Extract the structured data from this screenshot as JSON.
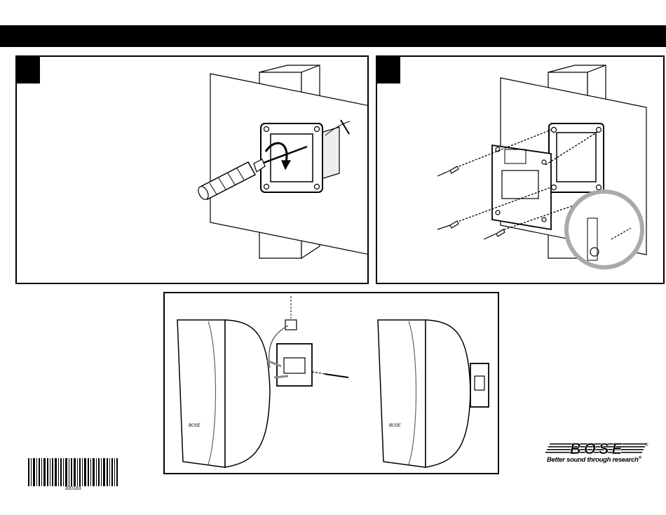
{
  "header": {
    "bar_color": "#000000"
  },
  "panels": [
    {
      "id": "step-1",
      "illustration": "screwdriver-opening-junction-box"
    },
    {
      "id": "step-2",
      "illustration": "screwing-bracket-to-junction-box"
    },
    {
      "id": "step-3",
      "illustration": "attaching-speaker-to-bracket"
    }
  ],
  "barcode": {
    "number": "300183"
  },
  "brand": {
    "logo_text": "BOSE",
    "registered_mark": "®",
    "tagline": "Better sound through research",
    "tagline_mark": "®"
  }
}
